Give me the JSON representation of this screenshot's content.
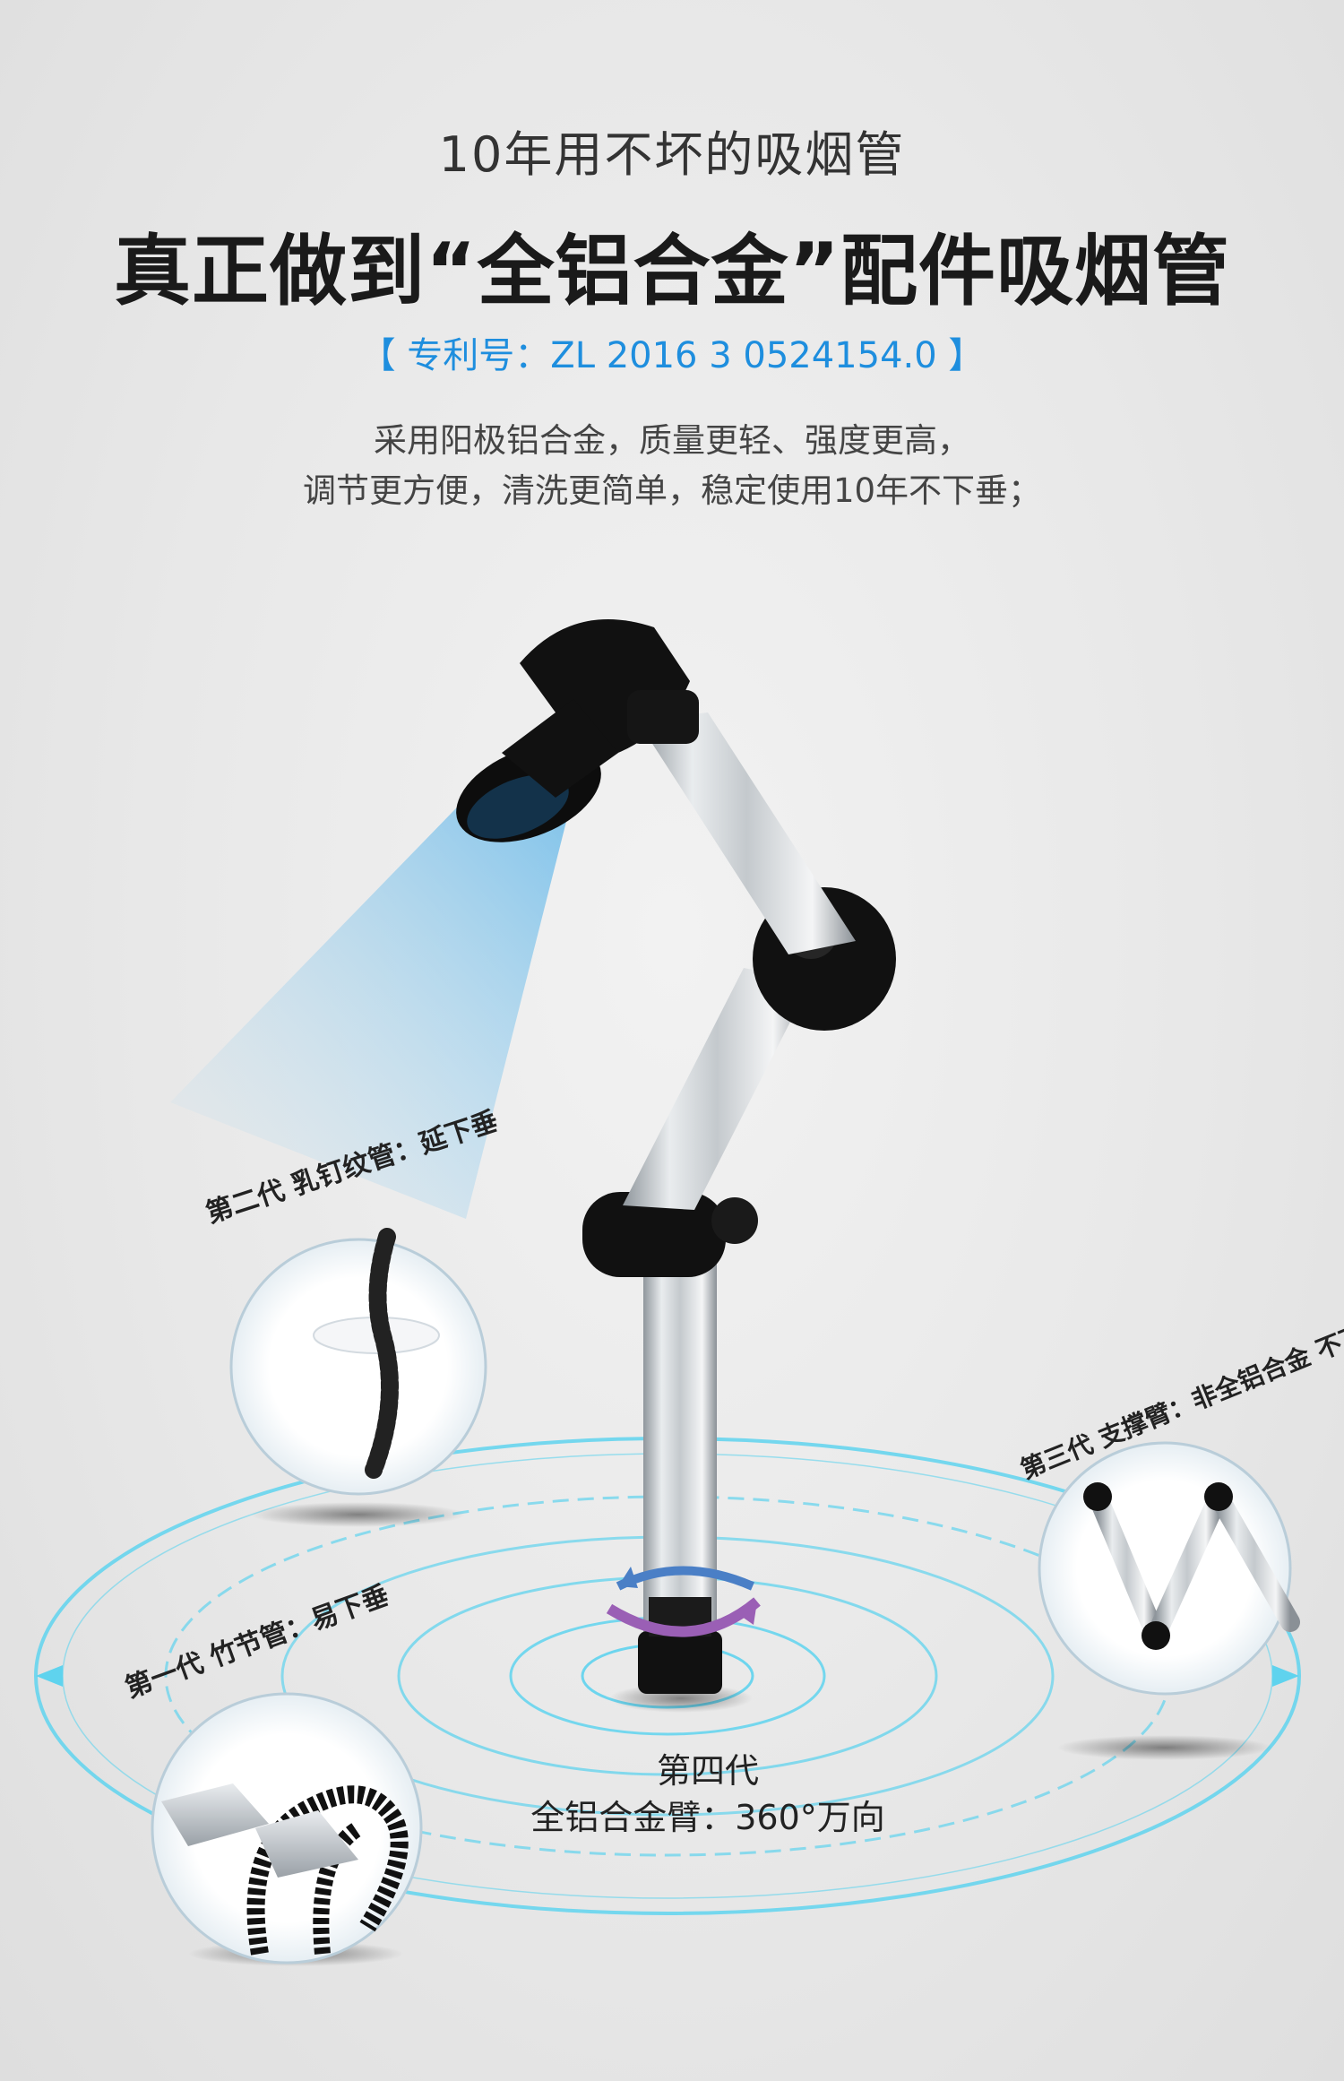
{
  "header": {
    "subtitle": "10年用不坏的吸烟管",
    "title": "真正做到“全铝合金”配件吸烟管",
    "patent": "【 专利号：ZL 2016 3 0524154.0 】"
  },
  "description": {
    "line1": "采用阳极铝合金，质量更轻、强度更高，",
    "line2": "调节更方便，清洗更简单，稳定使用10年不下垂；"
  },
  "generations": {
    "first": "第一代  竹节管：易下垂",
    "second": "第二代  乳钉纹管：延下垂",
    "third": "第三代  支撑臂：非全铝合金  不下垂",
    "fourth_line1": "第四代",
    "fourth_line2": "全铝合金臂：360°万向"
  },
  "colors": {
    "accent": "#1e8ede",
    "ring": "#5fd3ee",
    "arm_metal": "#c8cdd2",
    "joint": "#111111"
  },
  "icons": {
    "rotation": "rotation-arrows-icon"
  }
}
